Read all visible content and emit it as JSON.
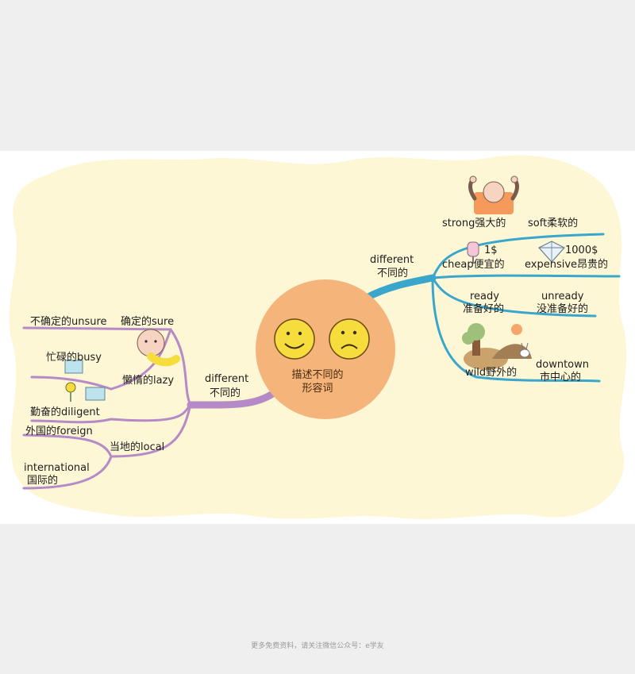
{
  "center": {
    "title_line1": "描述不同的",
    "title_line2": "形容词"
  },
  "left_branch": {
    "label_en": "different",
    "label_zh": "不同的",
    "items": {
      "unsure": "不确定的unsure",
      "sure": "确定的sure",
      "busy": "忙碌的busy",
      "lazy": "懒惰的lazy",
      "diligent": "勤奋的diligent",
      "foreign": "外国的foreign",
      "local": "当地的local",
      "international_en": "international",
      "international_zh": "国际的"
    }
  },
  "right_branch": {
    "label_en": "different",
    "label_zh": "不同的",
    "items": {
      "strong": "strong强大的",
      "soft": "soft柔软的",
      "price_low": "1$",
      "price_high": "1000$",
      "cheap": "cheap便宜的",
      "expensive": "expensive昂贵的",
      "ready_en": "ready",
      "ready_zh": "准备好的",
      "unready_en": "unready",
      "unready_zh": "没准备好的",
      "wild": "wild野外的",
      "downtown_en": "downtown",
      "downtown_zh": "市中心的"
    }
  },
  "colors": {
    "page_bg": "#efefef",
    "cloud": "#fdf7d6",
    "center_circle": "#f4b47a",
    "left_branch": "#b58ac7",
    "right_branch": "#3aa6cc",
    "face": "#f6dc3c"
  },
  "footer": {
    "text": "更多免费资料，请关注微信公众号：e学友"
  }
}
